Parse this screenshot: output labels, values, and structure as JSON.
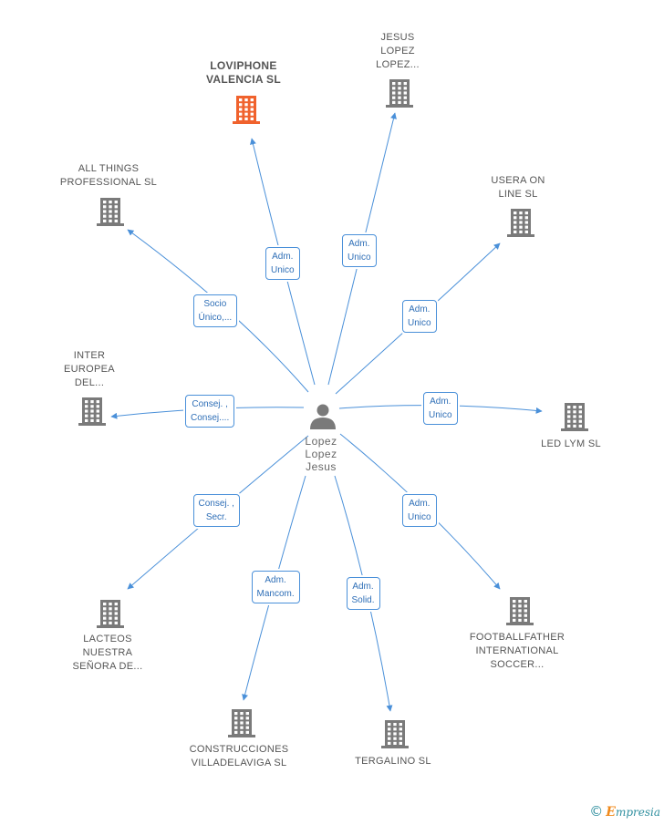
{
  "person": {
    "name_lines": [
      "Lopez",
      "Lopez",
      "Jesus"
    ]
  },
  "companies": [
    {
      "id": "loviphone",
      "lines": [
        "LOVIPHONE",
        "VALENCIA SL"
      ],
      "highlight": true,
      "role": [
        "Adm.",
        "Unico"
      ]
    },
    {
      "id": "jesus-lopez",
      "lines": [
        "JESUS",
        "LOPEZ",
        "LOPEZ..."
      ],
      "highlight": false,
      "role": [
        "Adm.",
        "Unico"
      ]
    },
    {
      "id": "all-things",
      "lines": [
        "ALL THINGS",
        "PROFESSIONAL SL"
      ],
      "highlight": false,
      "role": [
        "Socio",
        "Único,..."
      ]
    },
    {
      "id": "usera",
      "lines": [
        "USERA ON",
        "LINE SL"
      ],
      "highlight": false,
      "role": [
        "Adm.",
        "Unico"
      ]
    },
    {
      "id": "inter-europea",
      "lines": [
        "INTER",
        "EUROPEA",
        "DEL..."
      ],
      "highlight": false,
      "role": [
        "Consej. ,",
        "Consej...."
      ]
    },
    {
      "id": "led-lym",
      "lines": [
        "LED LYM  SL"
      ],
      "highlight": false,
      "role": [
        "Adm.",
        "Unico"
      ]
    },
    {
      "id": "lacteos",
      "lines": [
        "LACTEOS",
        "NUESTRA",
        "SEÑORA DE..."
      ],
      "highlight": false,
      "role": [
        "Consej. ,",
        "Secr."
      ]
    },
    {
      "id": "footballfather",
      "lines": [
        "FOOTBALLFATHER",
        "INTERNATIONAL",
        "SOCCER..."
      ],
      "highlight": false,
      "role": [
        "Adm.",
        "Unico"
      ]
    },
    {
      "id": "construcciones",
      "lines": [
        "CONSTRUCCIONES",
        "VILLADELAVIGA SL"
      ],
      "highlight": false,
      "role": [
        "Adm.",
        "Mancom."
      ]
    },
    {
      "id": "tergalino",
      "lines": [
        "TERGALINO SL"
      ],
      "highlight": false,
      "role": [
        "Adm.",
        "Solid."
      ]
    }
  ],
  "colors": {
    "edge": "#4a90d9",
    "building": "#7a7a7a",
    "building_highlight": "#f0622d",
    "person": "#7a7a7a"
  },
  "brand": {
    "symbol": "©",
    "initial": "E",
    "rest": "mpresia"
  }
}
